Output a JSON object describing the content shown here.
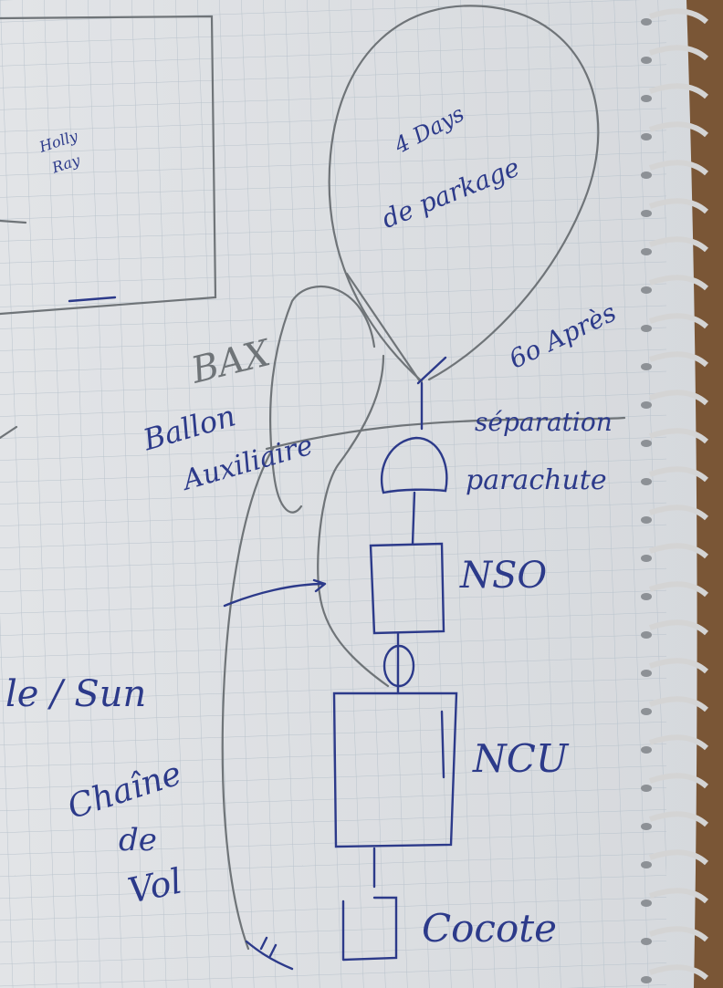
{
  "colors": {
    "paper": "#e9eaec",
    "grid": "#b9c3cc",
    "pencil": "#6f7478",
    "ink": "#2c3a8a",
    "spiral": "#d8d8d8",
    "cover": "#7a5636"
  },
  "notes": {
    "box_note_line1": "Holly",
    "box_note_line2": "Ray",
    "balloon_line1": "4 Days",
    "balloon_line2": "de parkage",
    "after": "6o Après",
    "bax": "BAX",
    "ballon_line1": "Ballon",
    "ballon_line2": "Auxiliaire",
    "separation": "séparation",
    "parachute": "parachute",
    "nso": "NSO",
    "ncu": "NCU",
    "sun": "le / Sun",
    "chaine_line1": "Chaîne",
    "chaine_line2": "de",
    "chaine_line3": "Vol",
    "cocotte": "Cocote"
  }
}
